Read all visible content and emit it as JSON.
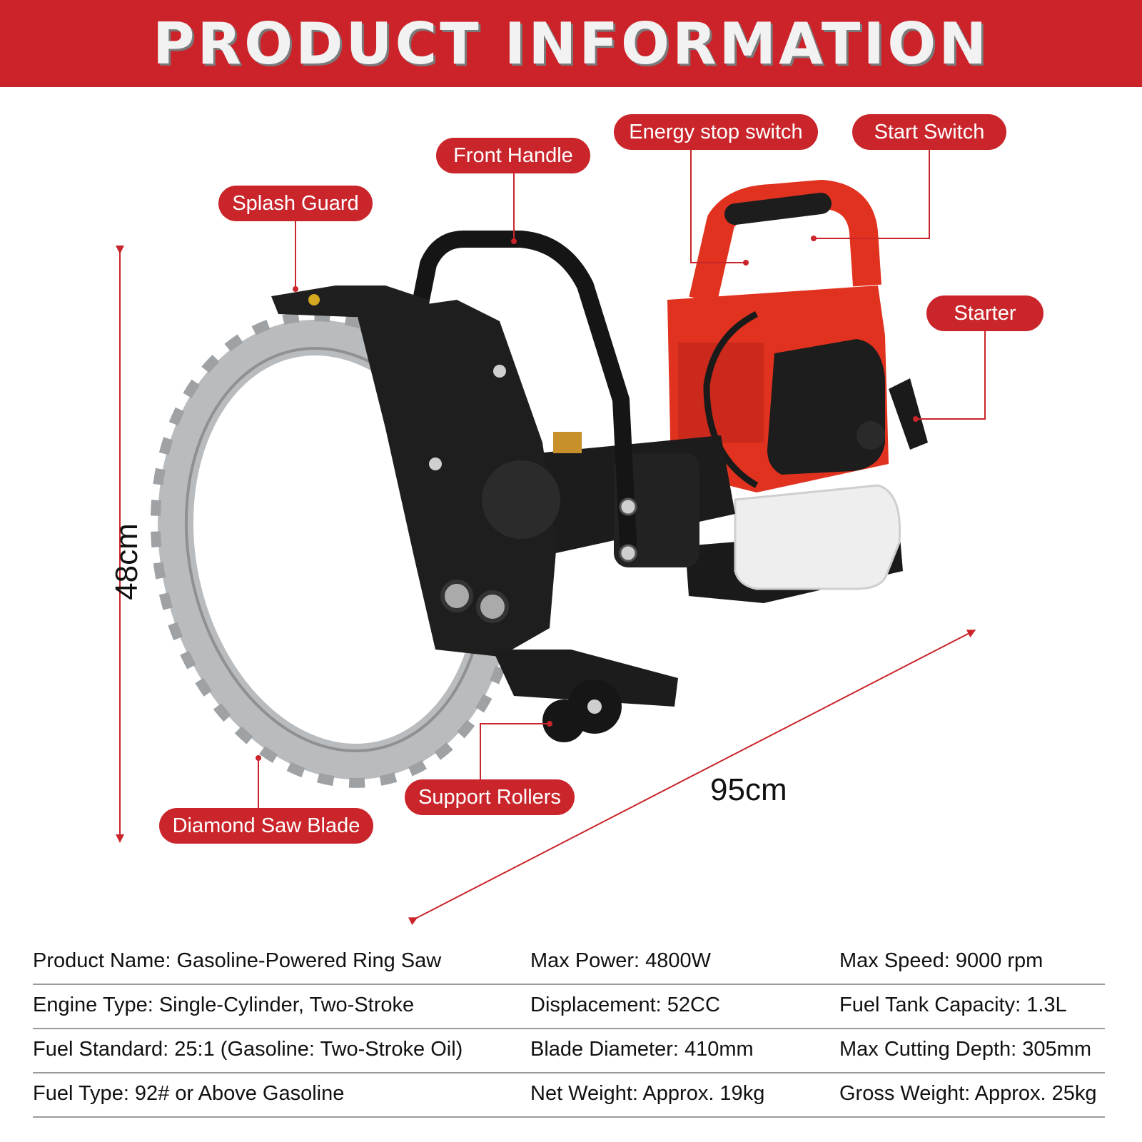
{
  "header": {
    "title": "PRODUCT INFORMATION"
  },
  "colors": {
    "brand_red": "#cc2229",
    "callout_red": "#c9252b",
    "engine_red": "#e0321e",
    "blade_silver": "#b9bcbf",
    "frame_black": "#1c1c1c"
  },
  "callouts": {
    "splash_guard": "Splash Guard",
    "front_handle": "Front Handle",
    "energy_stop_switch": "Energy stop switch",
    "start_switch": "Start Switch",
    "starter": "Starter",
    "support_rollers": "Support Rollers",
    "diamond_saw_blade": "Diamond Saw Blade"
  },
  "dimensions": {
    "height": "48cm",
    "length": "95cm"
  },
  "specs": [
    [
      "Product Name: Gasoline-Powered Ring Saw",
      "Max Power: 4800W",
      "Max Speed: 9000 rpm"
    ],
    [
      "Engine Type: Single-Cylinder, Two-Stroke",
      "Displacement: 52CC",
      "Fuel Tank Capacity: 1.3L"
    ],
    [
      "Fuel Standard: 25:1 (Gasoline: Two-Stroke Oil)",
      "Blade Diameter: 410mm",
      "Max Cutting Depth: 305mm"
    ],
    [
      "Fuel Type: 92# or Above Gasoline",
      "Net Weight: Approx. 19kg",
      "Gross Weight: Approx. 25kg"
    ]
  ]
}
